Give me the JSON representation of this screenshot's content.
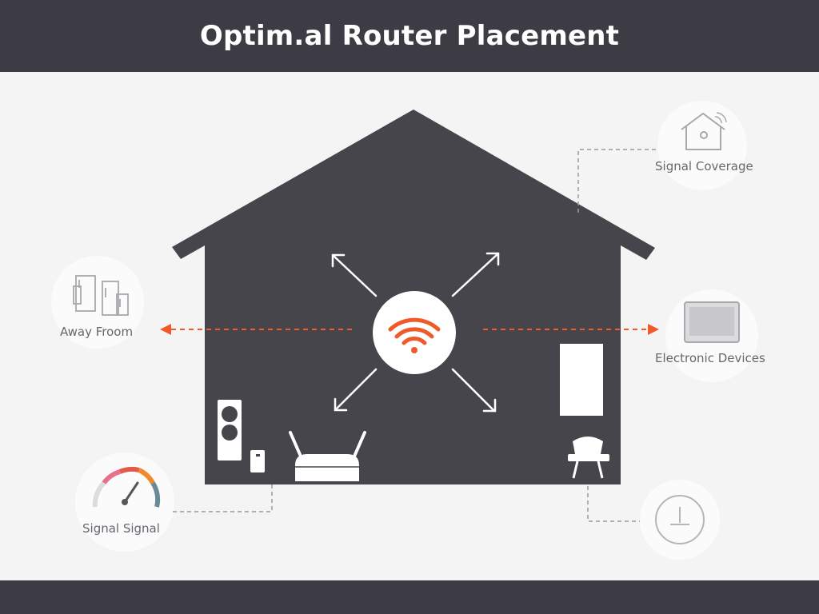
{
  "title": "Optim.al Router Placement",
  "labels": {
    "signal_coverage": "Signal Coverage",
    "away_from": "Away Froom",
    "electronic_devices": "Electronic Devices",
    "signal_signal": "Signal Signal"
  },
  "colors": {
    "header_bg": "#3d3c44",
    "house": "#46454c",
    "accent": "#f05a28",
    "background": "#f4f4f4"
  },
  "icons": {
    "wifi_center": "wifi-icon",
    "signal_coverage": "house-wifi-icon",
    "away_from": "appliances-icon",
    "electronic_devices": "monitor-icon",
    "signal_signal": "speedometer-gauge-icon",
    "bottom_right": "power-outlet-icon"
  }
}
